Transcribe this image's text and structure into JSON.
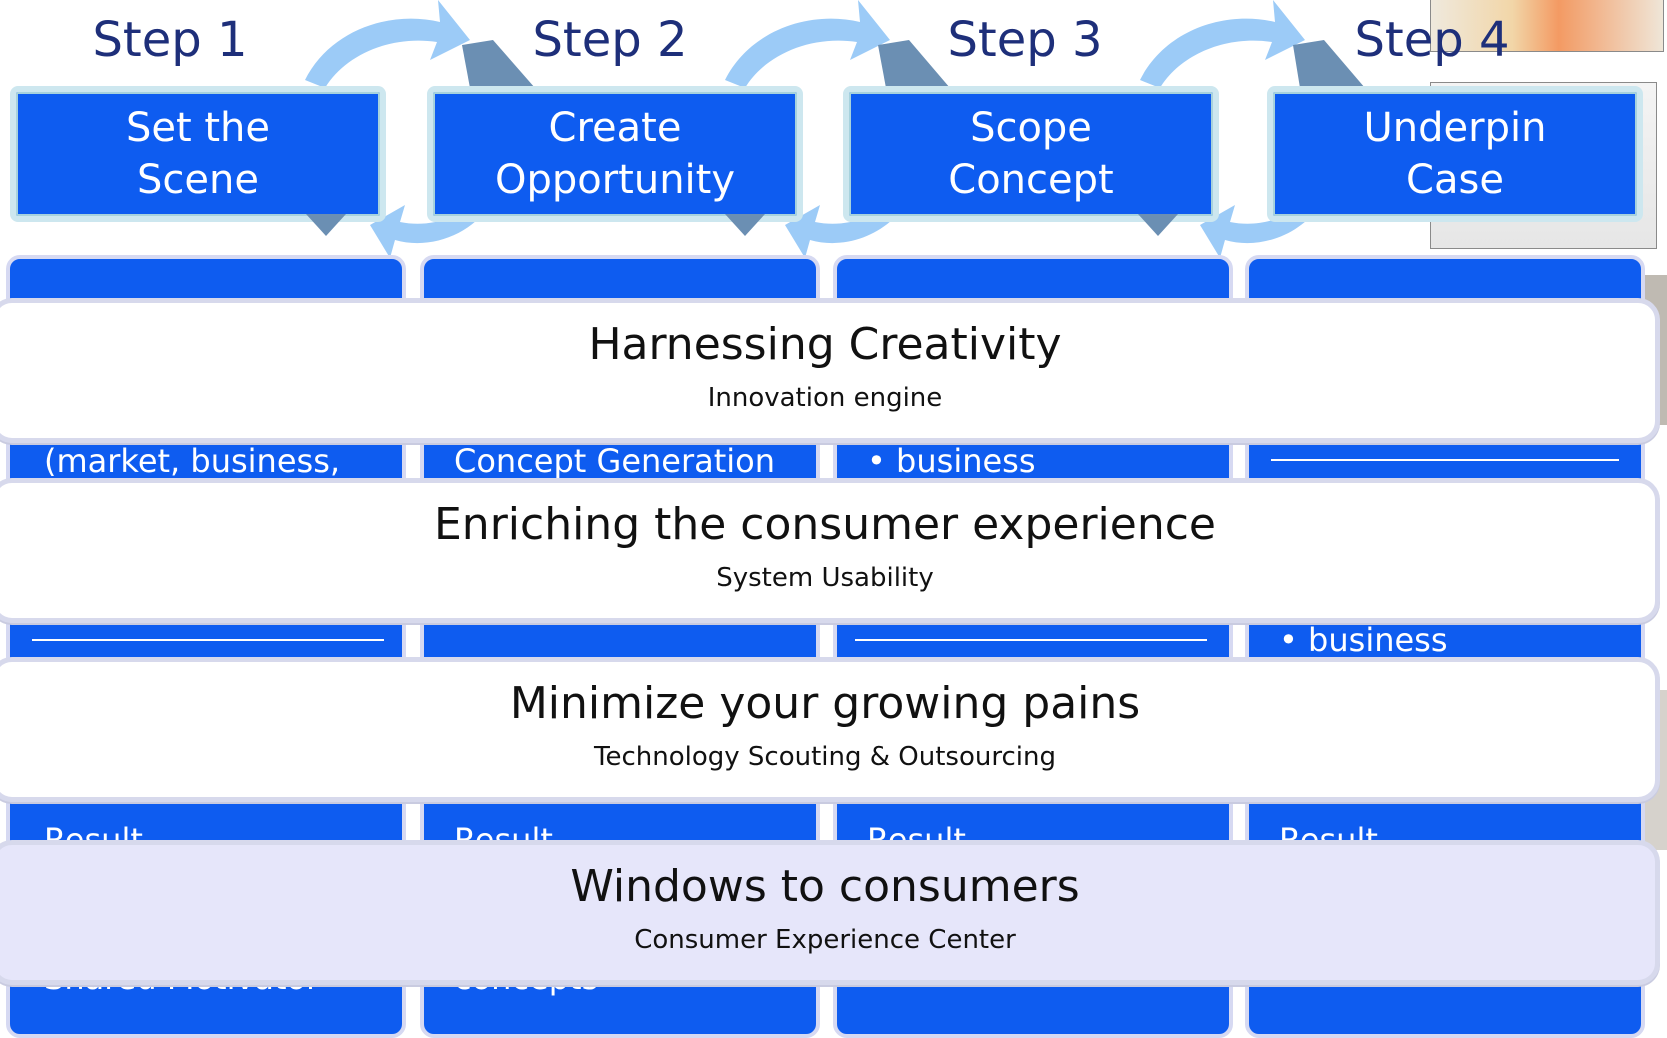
{
  "steps": [
    {
      "title": "Step 1",
      "label_line1": "Set the",
      "label_line2": "Scene"
    },
    {
      "title": "Step 2",
      "label_line1": "Create",
      "label_line2": "Opportunity"
    },
    {
      "title": "Step 3",
      "label_line1": "Scope",
      "label_line2": "Concept"
    },
    {
      "title": "Step 4",
      "label_line1": "Underpin",
      "label_line2": "Case"
    }
  ],
  "columns": {
    "col1_text_a": "(market, business,",
    "col2_text_a": "Concept Generation",
    "col3_text_a": "• business",
    "col4_text_b": "• business",
    "col1_text_c": "Result",
    "col2_text_c": "Result",
    "col3_text_c": "Result",
    "col4_text_c": "Result",
    "col1_text_d": "Shared Motivator",
    "col2_text_d": "concepts"
  },
  "bands": [
    {
      "title": "Harnessing Creativity",
      "subtitle": "Innovation engine"
    },
    {
      "title": "Enriching the consumer experience",
      "subtitle": "System Usability"
    },
    {
      "title": "Minimize your growing pains",
      "subtitle": "Technology Scouting & Outsourcing"
    },
    {
      "title": "Windows to consumers",
      "subtitle": "Consumer Experience Center"
    }
  ],
  "colors": {
    "box_blue": "#0e5cf0",
    "title_navy": "#1e2f7a",
    "arrow_light_blue": "#9ccbf7",
    "arrow_tip_grey": "#6b8fb3",
    "band_last_fill": "#e6e6fa"
  }
}
